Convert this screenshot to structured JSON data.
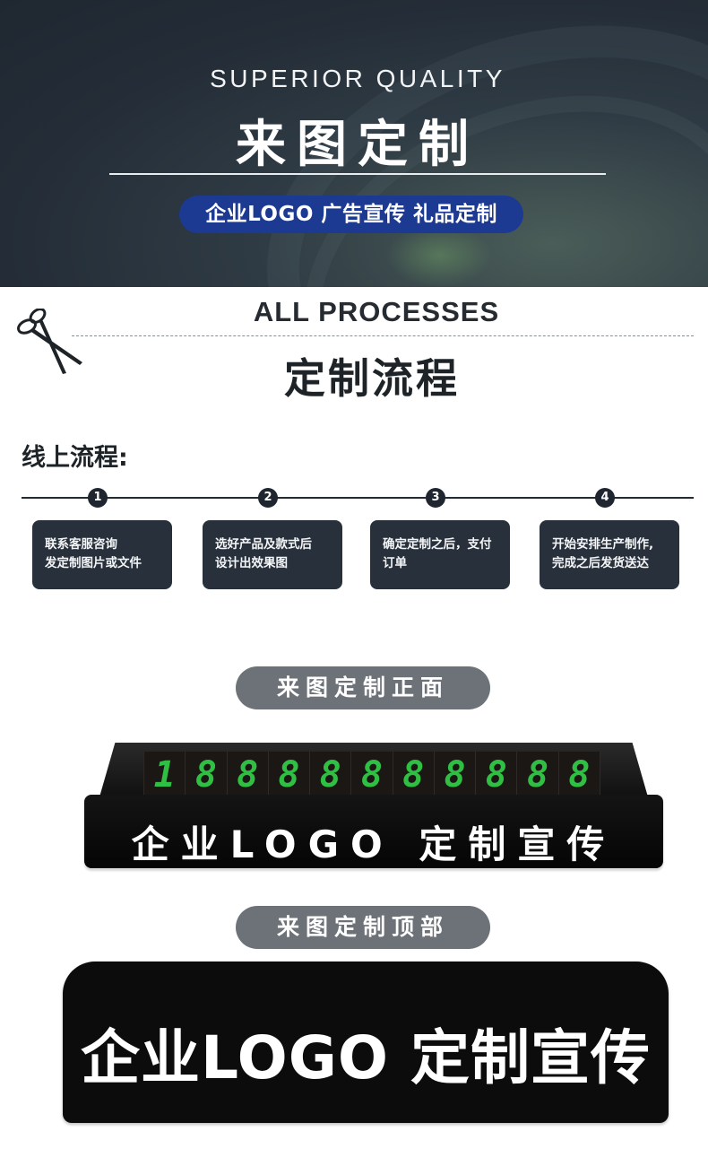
{
  "hero": {
    "eyebrow": "SUPERIOR QUALITY",
    "title": "来图定制",
    "tagline": "企业LOGO  广告宣传 礼品定制"
  },
  "process": {
    "eyebrow": "ALL PROCESSES",
    "title": "定制流程",
    "online_label": "线上流程:",
    "steps": [
      {
        "num": "1",
        "line1": "联系客服咨询",
        "line2": "发定制图片或文件"
      },
      {
        "num": "2",
        "line1": "选好产品及款式后",
        "line2": "设计出效果图"
      },
      {
        "num": "3",
        "line1": "确定定制之后，支付",
        "line2": "订单"
      },
      {
        "num": "4",
        "line1": "开始安排生产制作,",
        "line2": "完成之后发货送达"
      }
    ]
  },
  "front": {
    "section_label": "来图定制正面",
    "digits": [
      "1",
      "8",
      "8",
      "8",
      "8",
      "8",
      "8",
      "8",
      "8",
      "8",
      "8"
    ],
    "logo_text": "企业LOGO 定制宣传"
  },
  "top": {
    "section_label": "来图定制顶部",
    "logo_text": "企业LOGO 定制宣传"
  },
  "colors": {
    "hero_pill": "#1d3a92",
    "step_card": "#27303b",
    "section_pill": "#6d7279",
    "digit_green": "#2fc043"
  },
  "icons": [
    "scissors-icon"
  ]
}
